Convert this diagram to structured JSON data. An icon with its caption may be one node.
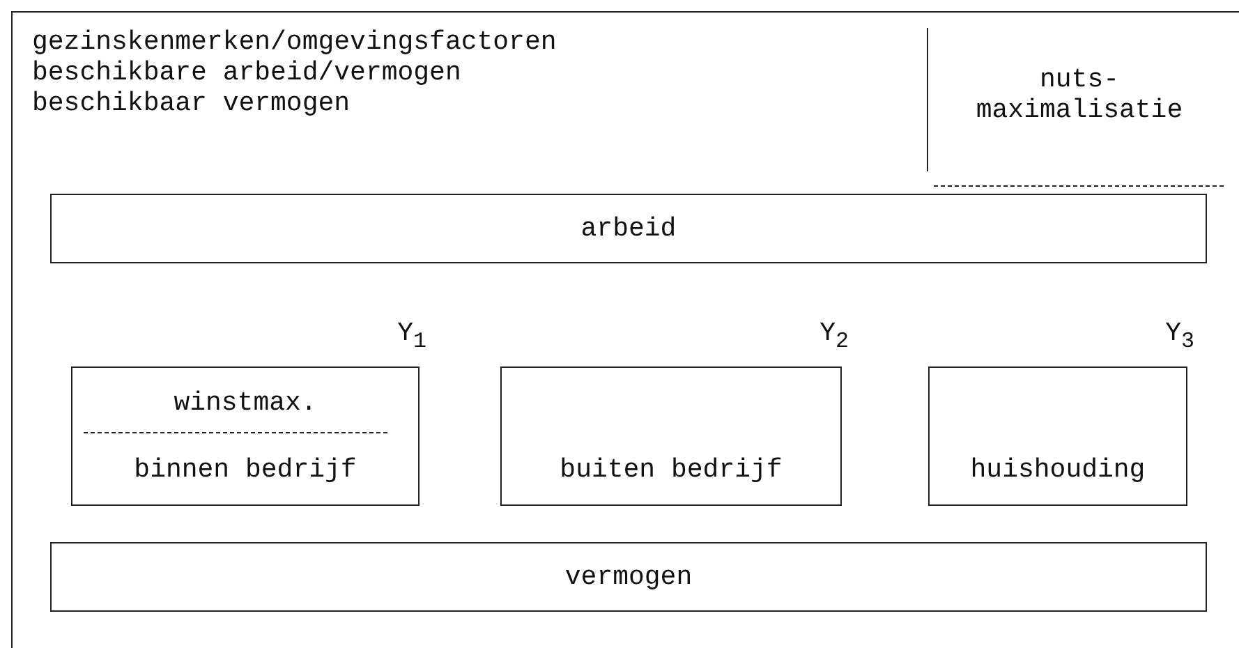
{
  "diagram": {
    "nodes": [
      {
        "text": [
          "gezinskenmerken/omgevingsfactoren",
          "beschikbare arbeid/vermogen",
          "beschikbaar vermogen"
        ]
      },
      {
        "text": [
          "arbeid"
        ],
        "in": 0
      },
      {
        "text": [
          "winstmax.",
          "binnen bedrijf"
        ],
        "in": 0,
        "beside": [
          "Y$_{1}$"
        ]
      },
      {
        "text": [
          "buiten bedrijf"
        ],
        "in": 0,
        "beside": [
          "Y$_{2}$"
        ]
      },
      {
        "text": [
          "huishouding"
        ],
        "in": 0,
        "beside": [
          "Y$_{3}$"
        ]
      },
      {
        "text": [
          "vermogen"
        ],
        "in": 0
      }
    ],
    "labels": [
      "nuts- maximalisatie"
    ]
  }
}
